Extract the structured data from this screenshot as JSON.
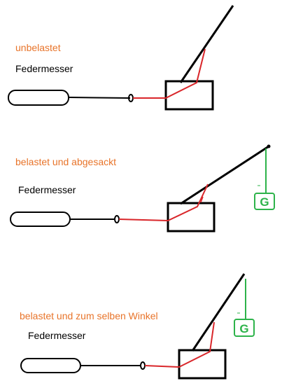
{
  "colors": {
    "state_label": "#e8742a",
    "scale_label": "#000000",
    "string": "#d9262a",
    "weight": "#2db34a",
    "frame": "#000000"
  },
  "panels": [
    {
      "state_label": "unbelastet",
      "scale_label": "Federmesser",
      "has_weight": false
    },
    {
      "state_label": "belastet und abgesackt",
      "scale_label": "Federmesser",
      "has_weight": true,
      "weight_label": "G"
    },
    {
      "state_label": "belastet und zum selben Winkel",
      "scale_label": "Federmesser",
      "has_weight": true,
      "weight_label": "G"
    }
  ]
}
